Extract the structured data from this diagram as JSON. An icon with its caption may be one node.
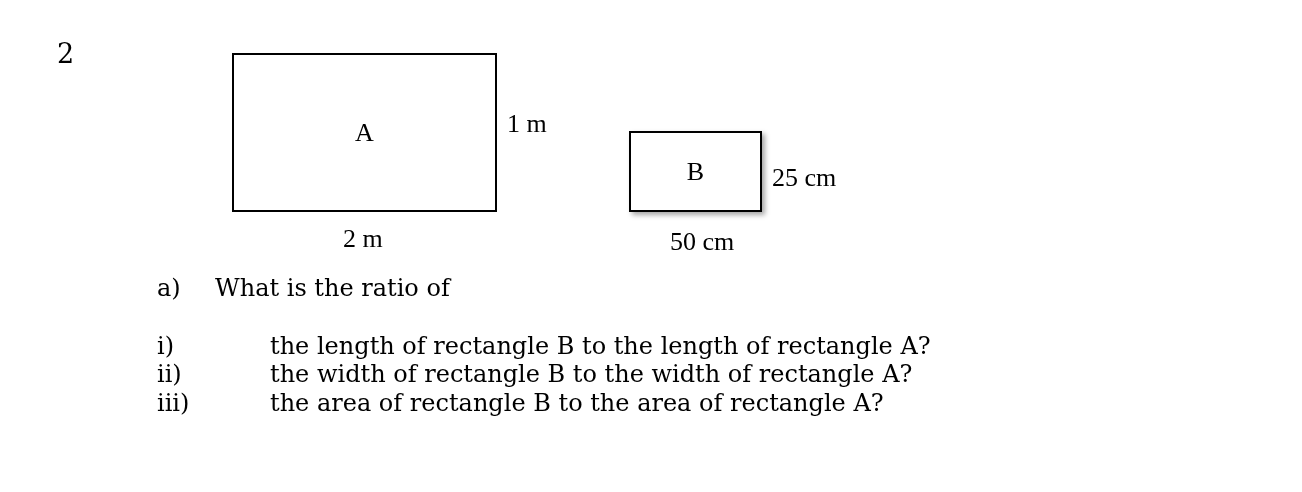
{
  "diagram": {
    "nodes": [
      {
        "text": [
          "A"
        ]
      },
      {
        "text": [
          "B"
        ]
      }
    ],
    "edges": [],
    "labels": [
      "2",
      "1 m",
      "2 m",
      "25 cm",
      "50 cm",
      "a)",
      "What is the ratio of",
      "i)",
      "the length of rectangle B to the length of rectangle A?",
      "ii)",
      "the width of rectangle B to the width of rectangle A?",
      "iii)",
      "the area of rectangle B to the area of rectangle A?"
    ]
  }
}
